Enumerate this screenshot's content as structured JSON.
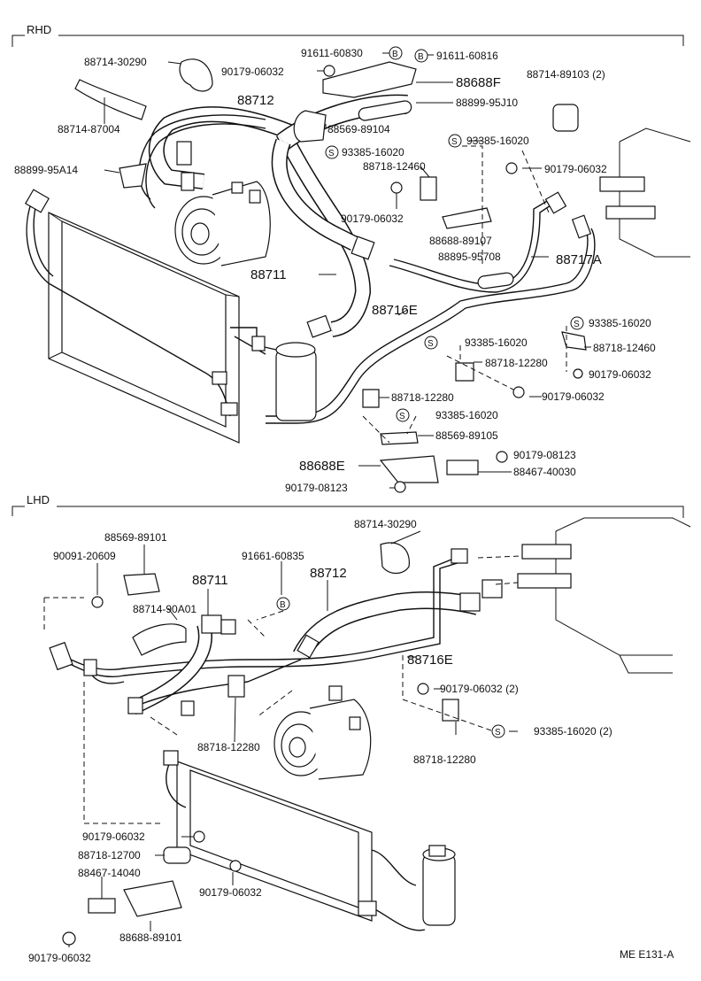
{
  "sections": {
    "rhd": "RHD",
    "lhd": "LHD"
  },
  "diagram_code": "ME E131-A",
  "symbols": {
    "s": "S",
    "b": "B"
  },
  "rhd_labels": {
    "p91611_60830": "91611-60830",
    "p91611_60816": "91611-60816",
    "p88714_30290": "88714-30290",
    "p90179_06032_a": "90179-06032",
    "p88688F": "88688F",
    "p88714_89103": "88714-89103 (2)",
    "p88712": "88712",
    "p88899_95J10": "88899-95J10",
    "p88714_87004": "88714-87004",
    "p88569_89104": "88569-89104",
    "p93385_16020_a": "93385-16020",
    "p93385_16020_b": "93385-16020",
    "p88899_95A14": "88899-95A14",
    "p88718_12460_a": "88718-12460",
    "p90179_06032_b": "90179-06032",
    "p90179_06032_c": "90179-06032",
    "p88688_89107": "88688-89107",
    "p88895_95708": "88895-95708",
    "p88717A": "88717A",
    "p88711": "88711",
    "p88716E": "88716E",
    "p93385_16020_c": "93385-16020",
    "p93385_16020_d": "93385-16020",
    "p88718_12460_b": "88718-12460",
    "p88718_12280_a": "88718-12280",
    "p90179_06032_d": "90179-06032",
    "p88718_12280_b": "88718-12280",
    "p90179_06032_e": "90179-06032",
    "p93385_16020_e": "93385-16020",
    "p88569_89105": "88569-89105",
    "p90179_08123_a": "90179-08123",
    "p88688E": "88688E",
    "p88467_40030": "88467-40030",
    "p90179_08123_b": "90179-08123"
  },
  "lhd_labels": {
    "p88714_30290": "88714-30290",
    "p88569_89101": "88569-89101",
    "p90091_20609": "90091-20609",
    "p91661_60835": "91661-60835",
    "p88711": "88711",
    "p88712": "88712",
    "p88714_90A01": "88714-90A01",
    "p88716E": "88716E",
    "p90179_06032_2": "90179-06032 (2)",
    "p93385_16020_2": "93385-16020 (2)",
    "p88718_12280_a": "88718-12280",
    "p88718_12280_b": "88718-12280",
    "p90179_06032_a": "90179-06032",
    "p88718_12700": "88718-12700",
    "p88467_14040": "88467-14040",
    "p90179_06032_b": "90179-06032",
    "p88688_89101": "88688-89101",
    "p90179_06032_c": "90179-06032"
  }
}
